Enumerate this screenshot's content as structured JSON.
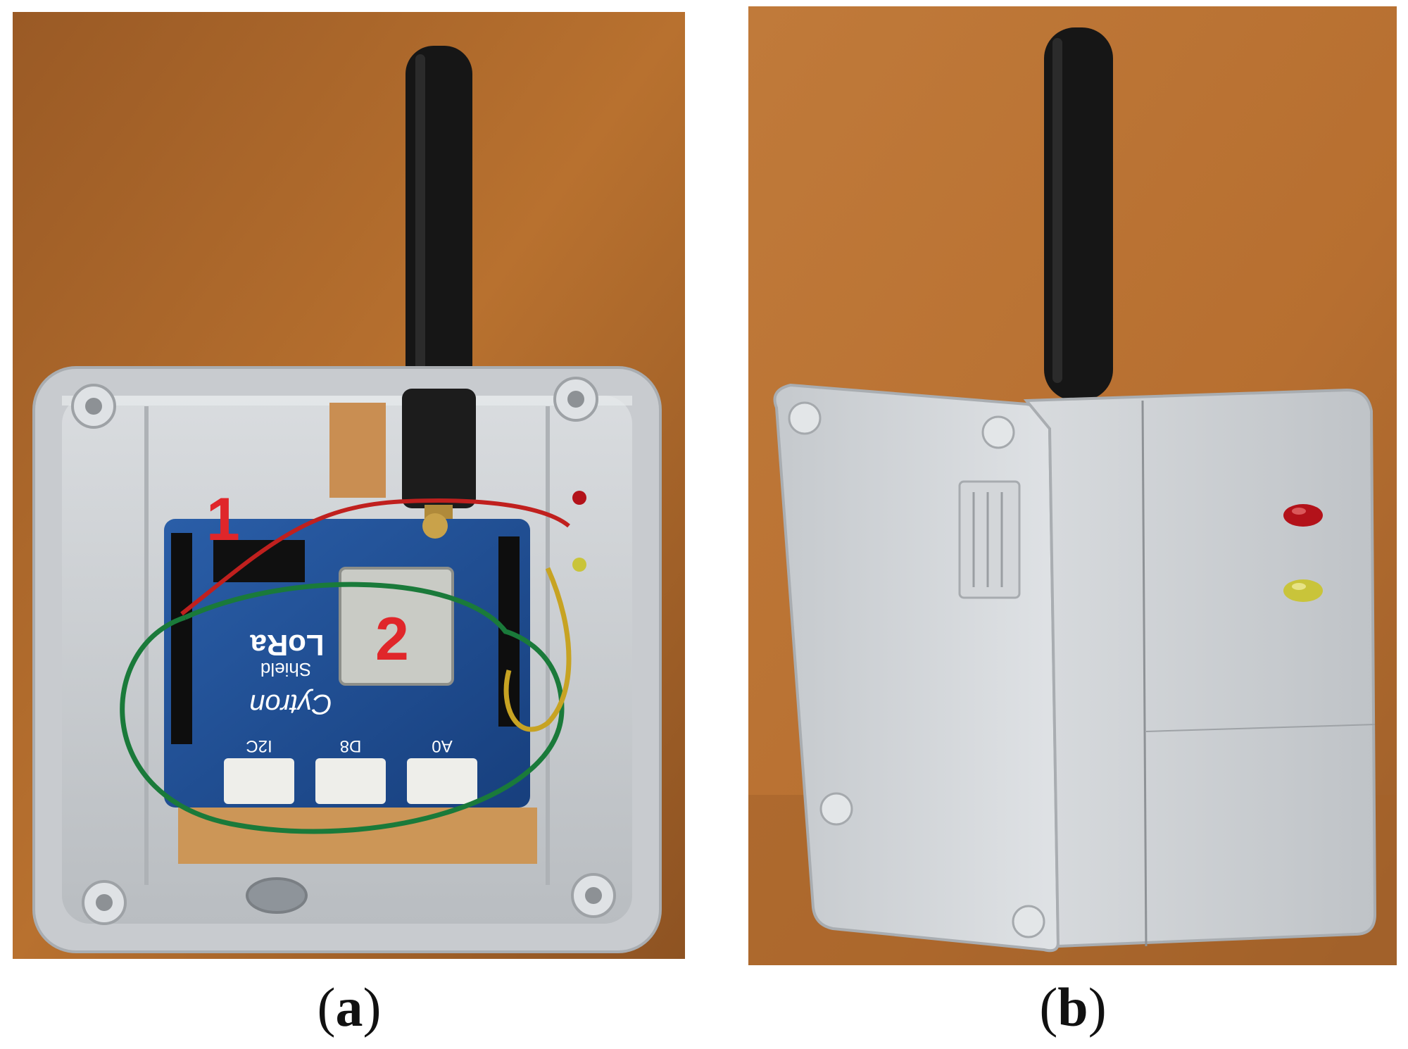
{
  "figure": {
    "panel_a": {
      "caption_open": "(",
      "caption_letter": "a",
      "caption_close": ")",
      "markers": [
        "1",
        "2"
      ],
      "board_labels": {
        "brand": "Cytron",
        "product": "LoRa",
        "product_sub": "Shield",
        "port_1": "I2C",
        "port_2": "D8",
        "port_3": "A0"
      }
    },
    "panel_b": {
      "caption_open": "(",
      "caption_letter": "b",
      "caption_close": ")"
    }
  },
  "colors": {
    "wood": "#b8712f",
    "enclosure_grey": "#cdd0d3",
    "pcb_blue": "#1f4f96",
    "antenna": "#161616",
    "marker_red": "#e0262a",
    "led_red": "#b3121a",
    "led_yellow": "#c9c43a"
  }
}
